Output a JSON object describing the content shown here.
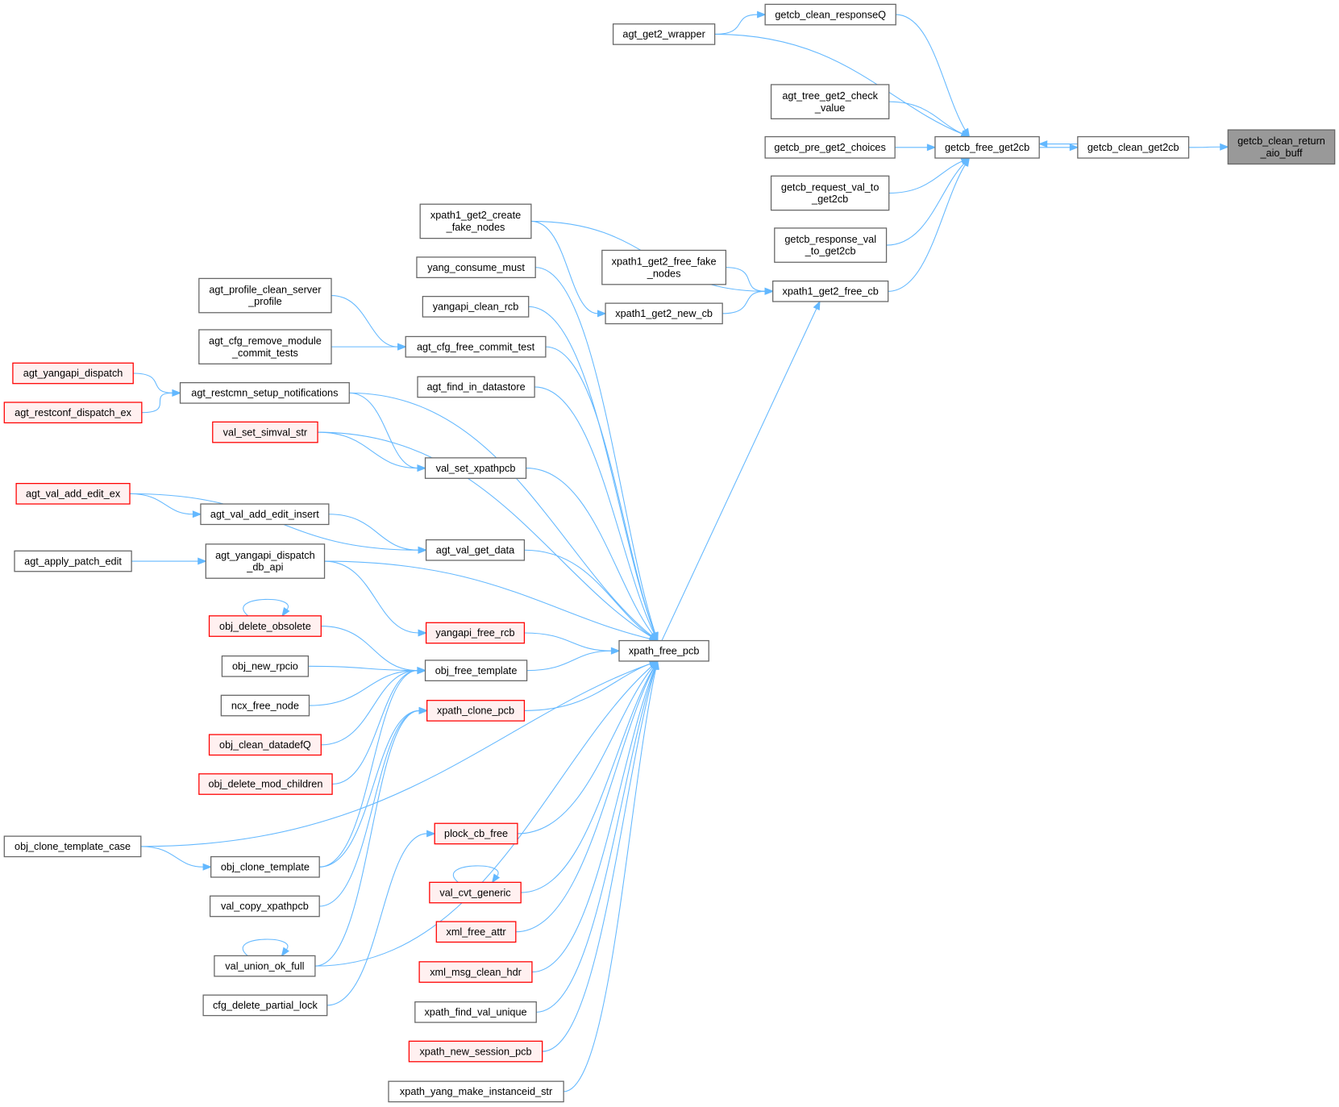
{
  "graph": {
    "type": "caller-graph",
    "colors": {
      "edge": "#63b8ff",
      "focus_fill": "#999999",
      "truncated_border": "#ff0000",
      "truncated_fill": "#fff0f0",
      "border": "#666666"
    },
    "nodes": [
      {
        "name": "getcb_clean_return_aio_buff",
        "lines": [
          "getcb_clean_return",
          "_aio_buff"
        ],
        "style": "focus"
      },
      {
        "name": "getcb_clean_get2cb",
        "lines": [
          "getcb_clean_get2cb"
        ],
        "style": "normal"
      },
      {
        "name": "getcb_free_get2cb",
        "lines": [
          "getcb_free_get2cb"
        ],
        "style": "normal"
      },
      {
        "name": "getcb_clean_responseQ",
        "lines": [
          "getcb_clean_responseQ"
        ],
        "style": "normal"
      },
      {
        "name": "agt_get2_wrapper",
        "lines": [
          "agt_get2_wrapper"
        ],
        "style": "normal"
      },
      {
        "name": "agt_tree_get2_check_value",
        "lines": [
          "agt_tree_get2_check",
          "_value"
        ],
        "style": "normal"
      },
      {
        "name": "getcb_pre_get2_choices",
        "lines": [
          "getcb_pre_get2_choices"
        ],
        "style": "normal"
      },
      {
        "name": "getcb_request_val_to_get2cb",
        "lines": [
          "getcb_request_val_to",
          "_get2cb"
        ],
        "style": "normal"
      },
      {
        "name": "getcb_response_val_to_get2cb",
        "lines": [
          "getcb_response_val",
          "_to_get2cb"
        ],
        "style": "normal"
      },
      {
        "name": "xpath1_get2_create_fake_nodes",
        "lines": [
          "xpath1_get2_create",
          "_fake_nodes"
        ],
        "style": "normal"
      },
      {
        "name": "xpath1_get2_free_fake_nodes",
        "lines": [
          "xpath1_get2_free_fake",
          "_nodes"
        ],
        "style": "normal"
      },
      {
        "name": "xpath1_get2_free_cb",
        "lines": [
          "xpath1_get2_free_cb"
        ],
        "style": "normal"
      },
      {
        "name": "xpath1_get2_new_cb",
        "lines": [
          "xpath1_get2_new_cb"
        ],
        "style": "normal"
      },
      {
        "name": "yang_consume_must",
        "lines": [
          "yang_consume_must"
        ],
        "style": "normal"
      },
      {
        "name": "yangapi_clean_rcb",
        "lines": [
          "yangapi_clean_rcb"
        ],
        "style": "normal"
      },
      {
        "name": "agt_profile_clean_server_profile",
        "lines": [
          "agt_profile_clean_server",
          "_profile"
        ],
        "style": "normal"
      },
      {
        "name": "agt_cfg_remove_module_commit_tests",
        "lines": [
          "agt_cfg_remove_module",
          "_commit_tests"
        ],
        "style": "normal"
      },
      {
        "name": "agt_cfg_free_commit_test",
        "lines": [
          "agt_cfg_free_commit_test"
        ],
        "style": "normal"
      },
      {
        "name": "agt_find_in_datastore",
        "lines": [
          "agt_find_in_datastore"
        ],
        "style": "normal"
      },
      {
        "name": "agt_yangapi_dispatch",
        "lines": [
          "agt_yangapi_dispatch"
        ],
        "style": "truncated"
      },
      {
        "name": "agt_restconf_dispatch_ex",
        "lines": [
          "agt_restconf_dispatch_ex"
        ],
        "style": "truncated"
      },
      {
        "name": "agt_restcmn_setup_notifications",
        "lines": [
          "agt_restcmn_setup_notifications"
        ],
        "style": "normal"
      },
      {
        "name": "val_set_simval_str",
        "lines": [
          "val_set_simval_str"
        ],
        "style": "truncated"
      },
      {
        "name": "val_set_xpathpcb",
        "lines": [
          "val_set_xpathpcb"
        ],
        "style": "normal"
      },
      {
        "name": "agt_val_add_edit_ex",
        "lines": [
          "agt_val_add_edit_ex"
        ],
        "style": "truncated"
      },
      {
        "name": "agt_val_add_edit_insert",
        "lines": [
          "agt_val_add_edit_insert"
        ],
        "style": "normal"
      },
      {
        "name": "agt_val_get_data",
        "lines": [
          "agt_val_get_data"
        ],
        "style": "normal"
      },
      {
        "name": "agt_apply_patch_edit",
        "lines": [
          "agt_apply_patch_edit"
        ],
        "style": "normal"
      },
      {
        "name": "agt_yangapi_dispatch_db_api",
        "lines": [
          "agt_yangapi_dispatch",
          "_db_api"
        ],
        "style": "normal"
      },
      {
        "name": "obj_delete_obsolete",
        "lines": [
          "obj_delete_obsolete"
        ],
        "style": "truncated"
      },
      {
        "name": "yangapi_free_rcb",
        "lines": [
          "yangapi_free_rcb"
        ],
        "style": "truncated"
      },
      {
        "name": "xpath_free_pcb",
        "lines": [
          "xpath_free_pcb"
        ],
        "style": "normal"
      },
      {
        "name": "obj_new_rpcio",
        "lines": [
          "obj_new_rpcio"
        ],
        "style": "normal"
      },
      {
        "name": "obj_free_template",
        "lines": [
          "obj_free_template"
        ],
        "style": "normal"
      },
      {
        "name": "ncx_free_node",
        "lines": [
          "ncx_free_node"
        ],
        "style": "normal"
      },
      {
        "name": "xpath_clone_pcb",
        "lines": [
          "xpath_clone_pcb"
        ],
        "style": "truncated"
      },
      {
        "name": "obj_clean_datadefQ",
        "lines": [
          "obj_clean_datadefQ"
        ],
        "style": "truncated"
      },
      {
        "name": "obj_delete_mod_children",
        "lines": [
          "obj_delete_mod_children"
        ],
        "style": "truncated"
      },
      {
        "name": "plock_cb_free",
        "lines": [
          "plock_cb_free"
        ],
        "style": "truncated"
      },
      {
        "name": "obj_clone_template_case",
        "lines": [
          "obj_clone_template_case"
        ],
        "style": "normal"
      },
      {
        "name": "obj_clone_template",
        "lines": [
          "obj_clone_template"
        ],
        "style": "normal"
      },
      {
        "name": "val_cvt_generic",
        "lines": [
          "val_cvt_generic"
        ],
        "style": "truncated"
      },
      {
        "name": "val_copy_xpathpcb",
        "lines": [
          "val_copy_xpathpcb"
        ],
        "style": "normal"
      },
      {
        "name": "xml_free_attr",
        "lines": [
          "xml_free_attr"
        ],
        "style": "truncated"
      },
      {
        "name": "val_union_ok_full",
        "lines": [
          "val_union_ok_full"
        ],
        "style": "normal"
      },
      {
        "name": "xml_msg_clean_hdr",
        "lines": [
          "xml_msg_clean_hdr"
        ],
        "style": "truncated"
      },
      {
        "name": "cfg_delete_partial_lock",
        "lines": [
          "cfg_delete_partial_lock"
        ],
        "style": "normal"
      },
      {
        "name": "xpath_find_val_unique",
        "lines": [
          "xpath_find_val_unique"
        ],
        "style": "normal"
      },
      {
        "name": "xpath_new_session_pcb",
        "lines": [
          "xpath_new_session_pcb"
        ],
        "style": "truncated"
      },
      {
        "name": "xpath_yang_make_instanceid_str",
        "lines": [
          "xpath_yang_make_instanceid_str"
        ],
        "style": "normal"
      }
    ],
    "edges": [
      [
        "getcb_clean_get2cb",
        "getcb_clean_return_aio_buff"
      ],
      [
        "getcb_free_get2cb",
        "getcb_clean_get2cb"
      ],
      [
        "getcb_clean_get2cb",
        "getcb_free_get2cb"
      ],
      [
        "getcb_clean_responseQ",
        "getcb_free_get2cb"
      ],
      [
        "agt_get2_wrapper",
        "getcb_clean_responseQ"
      ],
      [
        "agt_get2_wrapper",
        "getcb_free_get2cb"
      ],
      [
        "agt_tree_get2_check_value",
        "getcb_free_get2cb"
      ],
      [
        "getcb_pre_get2_choices",
        "getcb_free_get2cb"
      ],
      [
        "getcb_request_val_to_get2cb",
        "getcb_free_get2cb"
      ],
      [
        "getcb_response_val_to_get2cb",
        "getcb_free_get2cb"
      ],
      [
        "xpath1_get2_free_cb",
        "getcb_free_get2cb"
      ],
      [
        "xpath1_get2_create_fake_nodes",
        "xpath1_get2_free_cb"
      ],
      [
        "xpath1_get2_create_fake_nodes",
        "xpath1_get2_new_cb"
      ],
      [
        "xpath1_get2_free_fake_nodes",
        "xpath1_get2_free_cb"
      ],
      [
        "xpath1_get2_new_cb",
        "xpath1_get2_free_cb"
      ],
      [
        "xpath_free_pcb",
        "xpath1_get2_free_cb"
      ],
      [
        "yang_consume_must",
        "xpath_free_pcb"
      ],
      [
        "yangapi_clean_rcb",
        "xpath_free_pcb"
      ],
      [
        "agt_cfg_free_commit_test",
        "xpath_free_pcb"
      ],
      [
        "agt_find_in_datastore",
        "xpath_free_pcb"
      ],
      [
        "agt_restcmn_setup_notifications",
        "xpath_free_pcb"
      ],
      [
        "val_set_simval_str",
        "xpath_free_pcb"
      ],
      [
        "val_set_xpathpcb",
        "xpath_free_pcb"
      ],
      [
        "agt_val_get_data",
        "xpath_free_pcb"
      ],
      [
        "agt_yangapi_dispatch_db_api",
        "xpath_free_pcb"
      ],
      [
        "yangapi_free_rcb",
        "xpath_free_pcb"
      ],
      [
        "obj_free_template",
        "xpath_free_pcb"
      ],
      [
        "xpath_clone_pcb",
        "xpath_free_pcb"
      ],
      [
        "plock_cb_free",
        "xpath_free_pcb"
      ],
      [
        "val_cvt_generic",
        "xpath_free_pcb"
      ],
      [
        "xml_free_attr",
        "xpath_free_pcb"
      ],
      [
        "xml_msg_clean_hdr",
        "xpath_free_pcb"
      ],
      [
        "xpath_find_val_unique",
        "xpath_free_pcb"
      ],
      [
        "xpath_new_session_pcb",
        "xpath_free_pcb"
      ],
      [
        "xpath_yang_make_instanceid_str",
        "xpath_free_pcb"
      ],
      [
        "obj_clone_template_case",
        "xpath_free_pcb"
      ],
      [
        "val_union_ok_full",
        "xpath_free_pcb"
      ],
      [
        "agt_profile_clean_server_profile",
        "agt_cfg_free_commit_test"
      ],
      [
        "agt_cfg_remove_module_commit_tests",
        "agt_cfg_free_commit_test"
      ],
      [
        "agt_yangapi_dispatch",
        "agt_restcmn_setup_notifications"
      ],
      [
        "agt_restconf_dispatch_ex",
        "agt_restcmn_setup_notifications"
      ],
      [
        "agt_restcmn_setup_notifications",
        "val_set_xpathpcb"
      ],
      [
        "val_set_simval_str",
        "val_set_xpathpcb"
      ],
      [
        "agt_val_add_edit_ex",
        "agt_val_add_edit_insert"
      ],
      [
        "agt_val_add_edit_ex",
        "agt_val_get_data"
      ],
      [
        "agt_val_add_edit_insert",
        "agt_val_get_data"
      ],
      [
        "agt_apply_patch_edit",
        "agt_yangapi_dispatch_db_api"
      ],
      [
        "agt_yangapi_dispatch_db_api",
        "yangapi_free_rcb"
      ],
      [
        "obj_delete_obsolete",
        "obj_delete_obsolete"
      ],
      [
        "obj_delete_obsolete",
        "obj_free_template"
      ],
      [
        "obj_new_rpcio",
        "obj_free_template"
      ],
      [
        "ncx_free_node",
        "obj_free_template"
      ],
      [
        "obj_clean_datadefQ",
        "obj_free_template"
      ],
      [
        "obj_delete_mod_children",
        "obj_free_template"
      ],
      [
        "obj_clone_template",
        "obj_free_template"
      ],
      [
        "obj_clone_template_case",
        "obj_clone_template"
      ],
      [
        "obj_clone_template",
        "xpath_clone_pcb"
      ],
      [
        "val_copy_xpathpcb",
        "xpath_clone_pcb"
      ],
      [
        "val_union_ok_full",
        "xpath_clone_pcb"
      ],
      [
        "val_union_ok_full",
        "val_union_ok_full"
      ],
      [
        "cfg_delete_partial_lock",
        "plock_cb_free"
      ],
      [
        "val_cvt_generic",
        "val_cvt_generic"
      ]
    ]
  }
}
